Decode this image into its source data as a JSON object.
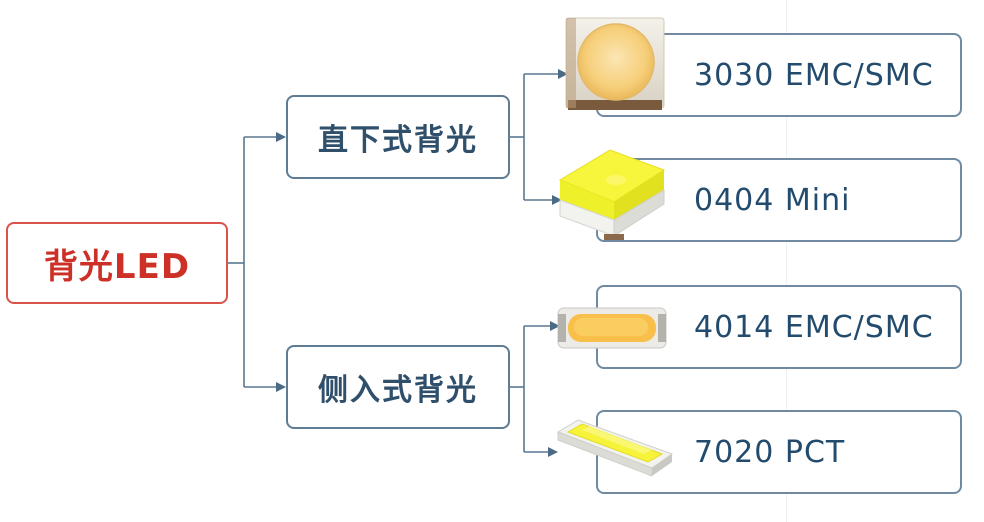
{
  "diagram": {
    "root": {
      "label": "背光LED"
    },
    "branches": [
      {
        "label": "直下式背光",
        "leaves": [
          {
            "label": "3030 EMC/SMC",
            "icon": "led-3030-chip-icon"
          },
          {
            "label": "0404 Mini",
            "icon": "led-0404-mini-chip-icon"
          }
        ]
      },
      {
        "label": "侧入式背光",
        "leaves": [
          {
            "label": "4014 EMC/SMC",
            "icon": "led-4014-chip-icon"
          },
          {
            "label": "7020 PCT",
            "icon": "led-7020-chip-icon"
          }
        ]
      }
    ],
    "colors": {
      "root_border": "#d9534a",
      "root_text": "#cc3027",
      "node_border": "#5f7c95",
      "node_text": "#2f4f6b",
      "leaf_text": "#234b6d",
      "connector": "#5b7890",
      "led_yellow": "#f7f33a",
      "led_warm": "#f8d080"
    }
  }
}
